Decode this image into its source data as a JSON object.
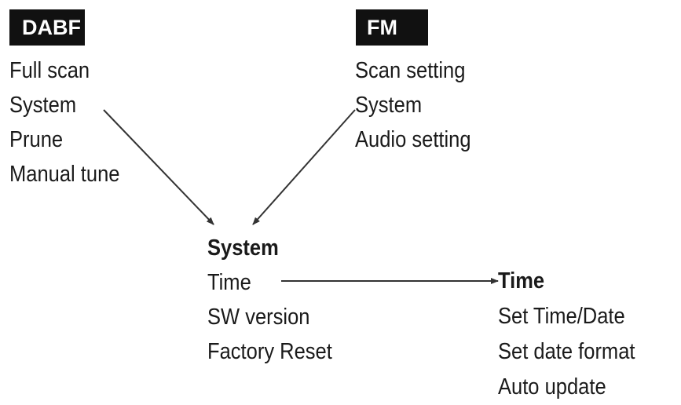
{
  "badges": {
    "dab": "DABF",
    "fm": "FM"
  },
  "dab_menu": {
    "items": [
      "Full scan",
      "System",
      "Prune",
      "Manual tune"
    ]
  },
  "fm_menu": {
    "items": [
      "Scan setting",
      "System",
      "Audio setting"
    ]
  },
  "system_menu": {
    "title": "System",
    "items": [
      "Time",
      "SW version",
      "Factory Reset"
    ]
  },
  "time_menu": {
    "title": "Time",
    "items": [
      "Set Time/Date",
      "Set date format",
      "Auto update"
    ]
  },
  "colors": {
    "badge_background": "#111111",
    "badge_text": "#ffffff",
    "text": "#1a1a1a",
    "arrow": "#333333"
  }
}
